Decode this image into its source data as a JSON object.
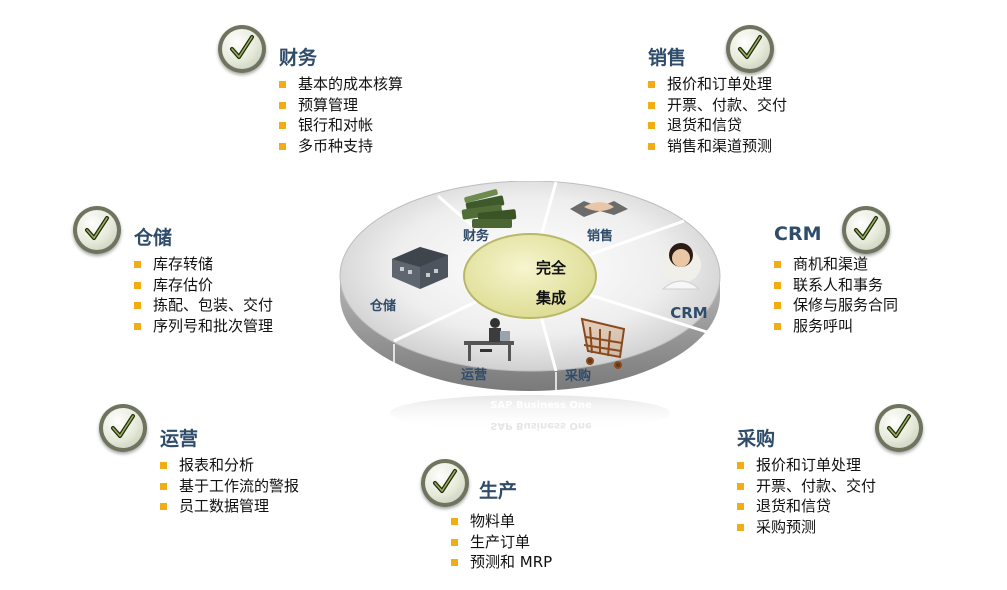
{
  "modules": {
    "finance": {
      "title": "财务",
      "items": [
        "基本的成本核算",
        "预算管理",
        "银行和对帐",
        "多币种支持"
      ]
    },
    "sales": {
      "title": "销售",
      "items": [
        "报价和订单处理",
        "开票、付款、交付",
        "退货和信贷",
        "销售和渠道预测"
      ]
    },
    "warehouse": {
      "title": "仓储",
      "items": [
        "库存转储",
        "库存估价",
        "拣配、包装、交付",
        "序列号和批次管理"
      ]
    },
    "crm": {
      "title": "CRM",
      "items": [
        "商机和渠道",
        "联系人和事务",
        "保修与服务合同",
        "服务呼叫"
      ]
    },
    "operations": {
      "title": "运营",
      "items": [
        "报表和分析",
        "基于工作流的警报",
        "员工数据管理"
      ]
    },
    "purchasing": {
      "title": "采购",
      "items": [
        "报价和订单处理",
        "开票、付款、交付",
        "退货和信贷",
        "采购预测"
      ]
    },
    "production": {
      "title": "生产",
      "items": [
        "物料单",
        "生产订单",
        "预测和 MRP"
      ]
    }
  },
  "wheel": {
    "center_line1": "完全",
    "center_line2": "集成",
    "brand": "SAP Business One",
    "segments": {
      "finance": "财务",
      "sales": "销售",
      "warehouse": "仓储",
      "crm": "CRM",
      "operations": "运营",
      "purchasing": "采购"
    }
  },
  "colors": {
    "title": "#2f4c6a",
    "bullet": "#f0ad14",
    "center_fill": "#e8e7a6",
    "center_stroke": "#b9b86a"
  }
}
